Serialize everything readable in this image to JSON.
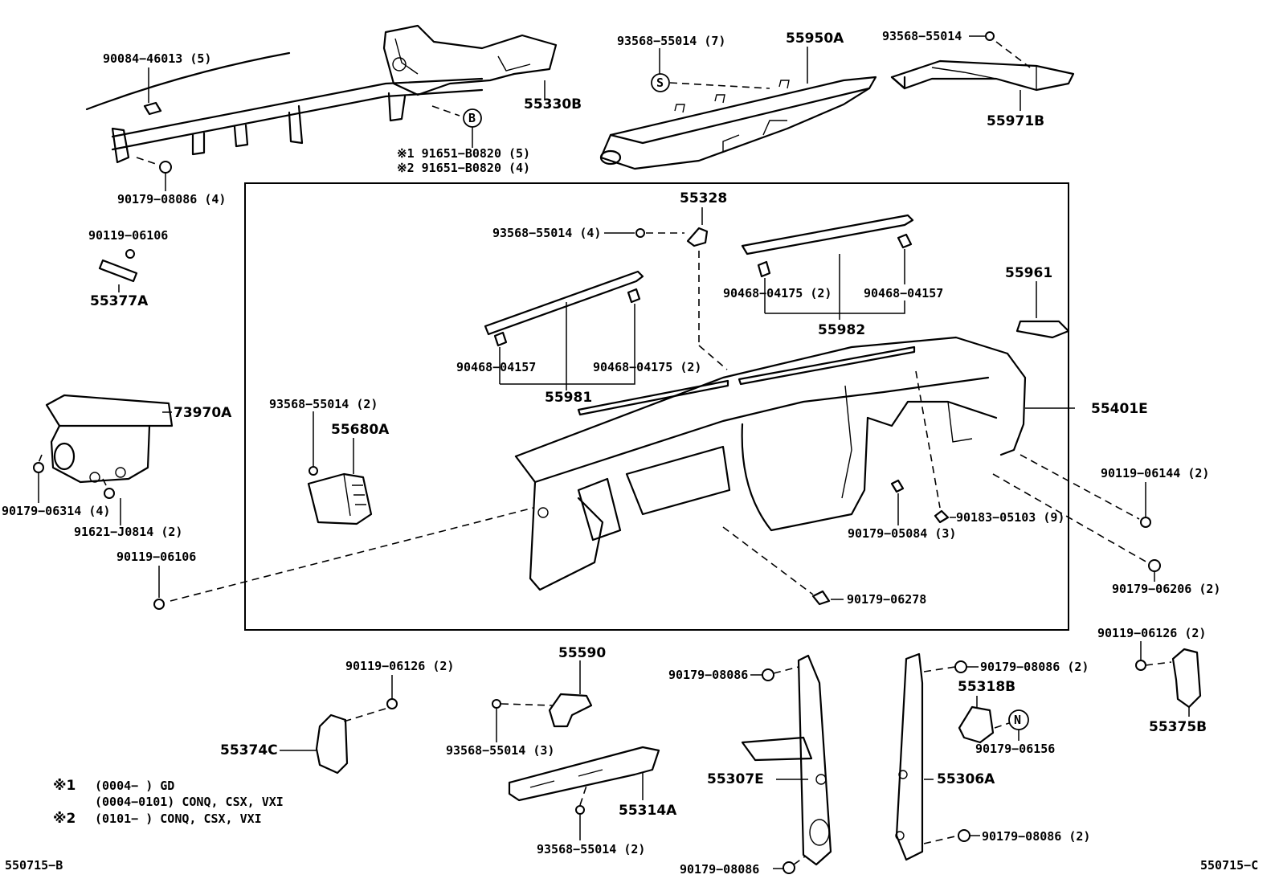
{
  "labels": {
    "p90084_46013": "90084−46013 (5)",
    "p55330B": "55330B",
    "pB_ref": "B",
    "note1_part": "※1  91651−B0820 (5)",
    "note2_part": "※2  91651−B0820 (4)",
    "p90179_08086_4": "90179−08086 (4)",
    "p93568_7": "93568−55014 (7)",
    "pS_ref": "S",
    "p55950A": "55950A",
    "p93568_top": "93568−55014",
    "p55971B": "55971B",
    "p90119_06106_a": "90119−06106",
    "p55377A": "55377A",
    "p55328": "55328",
    "p93568_4": "93568−55014 (4)",
    "p90468_04175_2a": "90468−04175 (2)",
    "p90468_04157_a": "90468−04157",
    "p55982": "55982",
    "p55961": "55961",
    "p90468_04157_b": "90468−04157",
    "p90468_04175_2b": "90468−04175 (2)",
    "p55981": "55981",
    "p73970A": "73970A",
    "p93568_2a": "93568−55014 (2)",
    "p55680A": "55680A",
    "p55401E": "55401E",
    "p90179_06314": "90179−06314 (4)",
    "p91621_J0814": "91621−J0814 (2)",
    "p90119_06106_b": "90119−06106",
    "p90119_06144": "90119−06144 (2)",
    "p90183_05103": "90183−05103 (9)",
    "p90179_05084": "90179−05084 (3)",
    "p90179_06206": "90179−06206 (2)",
    "p90179_06278": "90179−06278",
    "p90119_06126_r": "90119−06126 (2)",
    "p90119_06126_l": "90119−06126 (2)",
    "p55590": "55590",
    "p90179_08086_a": "90179−08086",
    "p90179_08086_2a": "90179−08086 (2)",
    "p55318B": "55318B",
    "pN_ref": "N",
    "p90179_06156": "90179−06156",
    "p55375B": "55375B",
    "p55374C": "55374C",
    "p93568_3": "93568−55014 (3)",
    "p55307E": "55307E",
    "p55306A": "55306A",
    "p55314A": "55314A",
    "p93568_2b": "93568−55014 (2)",
    "p90179_08086_2b": "90179−08086 (2)",
    "p90179_08086_b": "90179−08086"
  },
  "notes": {
    "n1_mark": "※1",
    "n1_a": "(0004−       ) GD",
    "n1_b": "(0004−0101) CONQ, CSX, VXI",
    "n2_mark": "※2",
    "n2_a": "(0101−       ) CONQ, CSX, VXI"
  },
  "footer": {
    "left_code": "550715−B",
    "right_code": "550715−C"
  }
}
